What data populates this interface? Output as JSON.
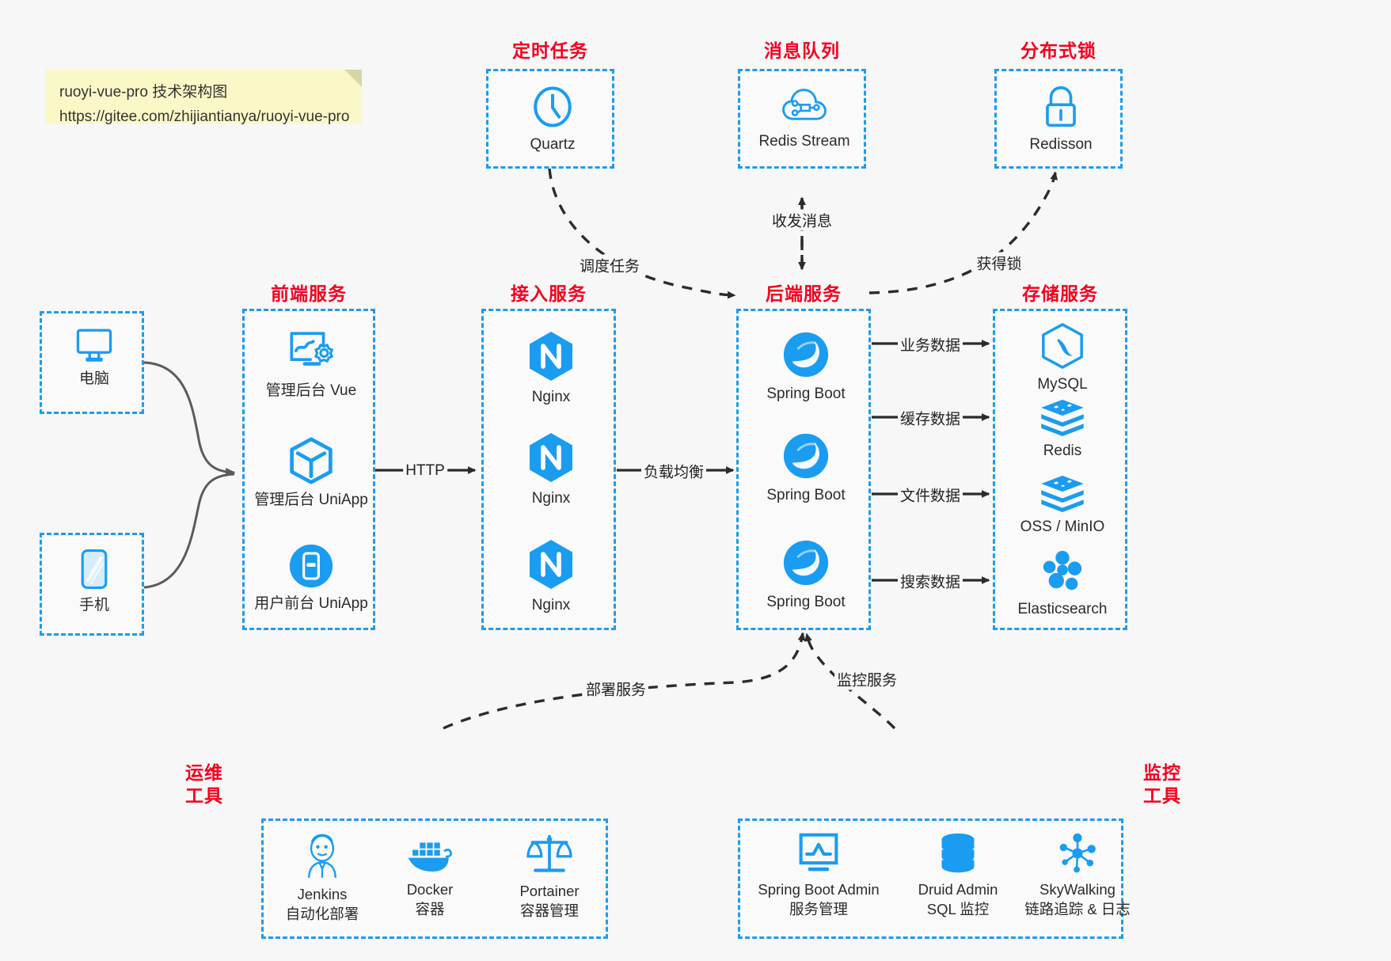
{
  "meta": {
    "title": "ruoyi-vue-pro 技术架构图",
    "canvas_bg": "#f7f7f7",
    "accent_blue": "#1a9cf0",
    "title_red": "#f5001e"
  },
  "note": {
    "line1": "ruoyi-vue-pro 技术架构图",
    "line2": "https://gitee.com/zhijiantianya/ruoyi-vue-pro"
  },
  "groups": {
    "scheduled_task": {
      "title": "定时任务",
      "items": [
        {
          "label": "Quartz",
          "icon": "clock-icon"
        }
      ]
    },
    "message_queue": {
      "title": "消息队列",
      "items": [
        {
          "label": "Redis Stream",
          "icon": "cloud-network-icon"
        }
      ]
    },
    "distributed_lock": {
      "title": "分布式锁",
      "items": [
        {
          "label": "Redisson",
          "icon": "lock-icon"
        }
      ]
    },
    "clients": {
      "title": "",
      "items": [
        {
          "label": "电脑",
          "icon": "desktop-icon"
        },
        {
          "label": "手机",
          "icon": "phone-icon"
        }
      ]
    },
    "frontend": {
      "title": "前端服务",
      "items": [
        {
          "label": "管理后台 Vue",
          "icon": "dashboard-gear-icon"
        },
        {
          "label": "管理后台 UniApp",
          "icon": "cube-icon"
        },
        {
          "label": "用户前台 UniApp",
          "icon": "mobile-app-icon"
        }
      ]
    },
    "gateway": {
      "title": "接入服务",
      "items": [
        {
          "label": "Nginx",
          "icon": "nginx-icon"
        },
        {
          "label": "Nginx",
          "icon": "nginx-icon"
        },
        {
          "label": "Nginx",
          "icon": "nginx-icon"
        }
      ]
    },
    "backend": {
      "title": "后端服务",
      "items": [
        {
          "label": "Spring Boot",
          "icon": "spring-boot-icon"
        },
        {
          "label": "Spring Boot",
          "icon": "spring-boot-icon"
        },
        {
          "label": "Spring Boot",
          "icon": "spring-boot-icon"
        }
      ]
    },
    "storage": {
      "title": "存储服务",
      "items": [
        {
          "label": "MySQL",
          "icon": "mysql-icon"
        },
        {
          "label": "Redis",
          "icon": "redis-icon"
        },
        {
          "label": "OSS / MinIO",
          "icon": "oss-icon"
        },
        {
          "label": "Elasticsearch",
          "icon": "elasticsearch-icon"
        }
      ]
    },
    "devops": {
      "title_line1": "运维",
      "title_line2": "工具",
      "items": [
        {
          "label": "Jenkins",
          "sublabel": "自动化部署",
          "icon": "jenkins-icon"
        },
        {
          "label": "Docker",
          "sublabel": "容器",
          "icon": "docker-icon"
        },
        {
          "label": "Portainer",
          "sublabel": "容器管理",
          "icon": "scales-icon"
        }
      ]
    },
    "monitoring": {
      "title_line1": "监控",
      "title_line2": "工具",
      "items": [
        {
          "label": "Spring Boot Admin",
          "sublabel": "服务管理",
          "icon": "monitor-chart-icon"
        },
        {
          "label": "Druid Admin",
          "sublabel": "SQL 监控",
          "icon": "database-icon"
        },
        {
          "label": "SkyWalking",
          "sublabel": "链路追踪 & 日志",
          "icon": "skywalking-icon"
        }
      ]
    }
  },
  "edges": [
    {
      "label": "调度任务",
      "from": "定时任务",
      "to": "后端服务",
      "style": "dashed"
    },
    {
      "label": "收发消息",
      "from": "消息队列",
      "to": "后端服务",
      "style": "dashed-bidirectional"
    },
    {
      "label": "获得锁",
      "from": "后端服务",
      "to": "分布式锁",
      "style": "dashed"
    },
    {
      "label": "HTTP",
      "from": "前端服务",
      "to": "接入服务",
      "style": "solid"
    },
    {
      "label": "负载均衡",
      "from": "接入服务",
      "to": "后端服务",
      "style": "solid"
    },
    {
      "label": "业务数据",
      "from": "后端服务",
      "to": "MySQL",
      "style": "solid"
    },
    {
      "label": "缓存数据",
      "from": "后端服务",
      "to": "Redis",
      "style": "solid"
    },
    {
      "label": "文件数据",
      "from": "后端服务",
      "to": "OSS / MinIO",
      "style": "solid"
    },
    {
      "label": "搜索数据",
      "from": "后端服务",
      "to": "Elasticsearch",
      "style": "solid"
    },
    {
      "label": "部署服务",
      "from": "运维工具",
      "to": "后端服务",
      "style": "dashed"
    },
    {
      "label": "监控服务",
      "from": "监控工具",
      "to": "后端服务",
      "style": "dashed"
    }
  ]
}
